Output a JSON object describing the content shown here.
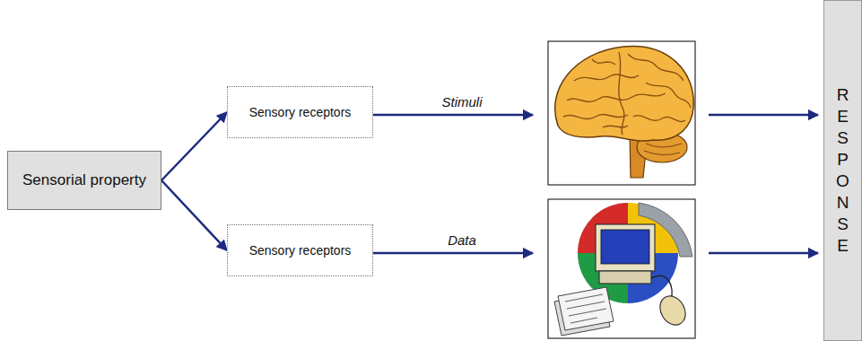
{
  "diagram": {
    "nodes": [
      {
        "text": [
          "Sensorial property"
        ]
      },
      {
        "text": [
          "Sensory receptors"
        ]
      },
      {
        "text": [
          "Sensory receptors"
        ]
      },
      {
        "text": [
          "RESPONSE"
        ]
      }
    ],
    "edges": [
      {
        "from": 0,
        "to": 1,
        "arrow": "to"
      },
      {
        "from": 0,
        "to": 2,
        "arrow": "to"
      }
    ],
    "labels": [
      "Stimuli",
      "Data"
    ]
  }
}
